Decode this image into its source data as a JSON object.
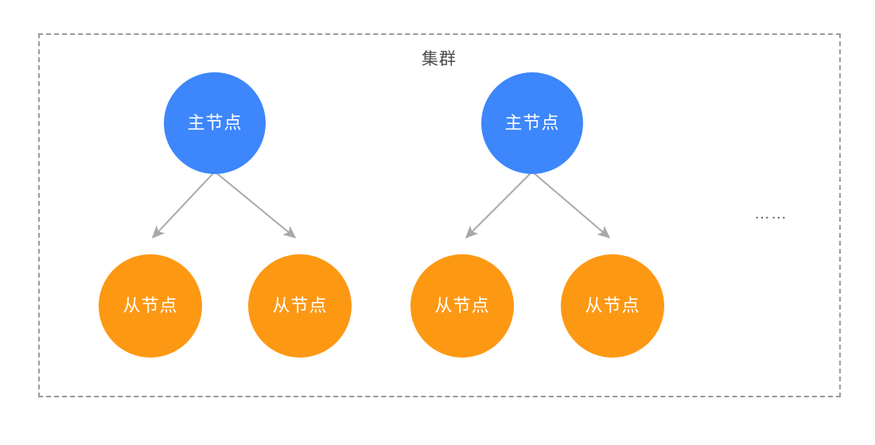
{
  "diagram": {
    "title": "集群",
    "background_color": "#ffffff",
    "boundary": {
      "style": "dashed",
      "color": "#9a9a9a"
    },
    "colors": {
      "master": "#3d86fb",
      "slave": "#fd9813",
      "edge": "#a8a8a8",
      "shadow": "#c7c7c7",
      "text": "#ffffff",
      "title": "#4a4a4a"
    },
    "continuation": "……",
    "groups": [
      {
        "master": {
          "label": "主节点"
        },
        "slaves": [
          {
            "label": "从节点"
          },
          {
            "label": "从节点"
          }
        ]
      },
      {
        "master": {
          "label": "主节点"
        },
        "slaves": [
          {
            "label": "从节点"
          },
          {
            "label": "从节点"
          }
        ]
      }
    ],
    "edges": [
      {
        "from": "master-1",
        "to": "slave-1"
      },
      {
        "from": "master-1",
        "to": "slave-2"
      },
      {
        "from": "master-2",
        "to": "slave-3"
      },
      {
        "from": "master-2",
        "to": "slave-4"
      }
    ]
  }
}
